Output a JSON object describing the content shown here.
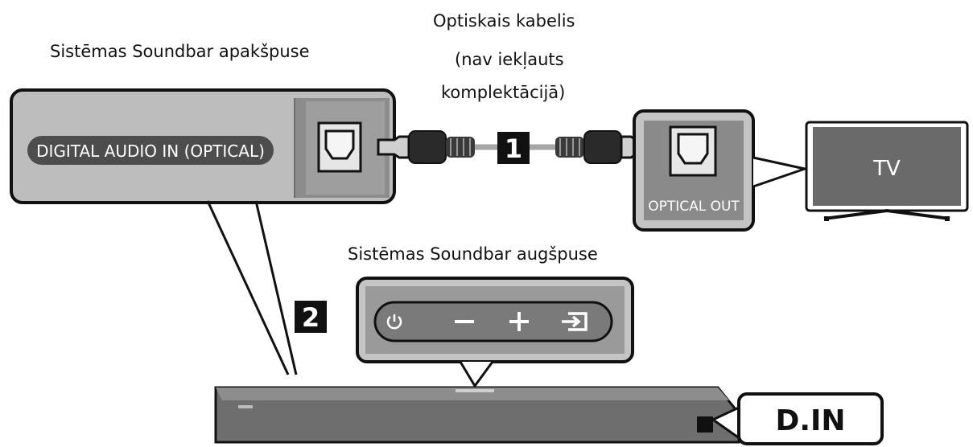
{
  "labels": {
    "bottom_side": "Sistēmas Soundbar apakšpuse",
    "cable_line1": "Optiskais kabelis",
    "cable_line2": "(nav iekļauts",
    "cable_line3": "komplektācijā)",
    "top_side": "Sistēmas Soundbar augšpuse"
  },
  "port_label": "DIGITAL AUDIO IN (OPTICAL)",
  "optical_out_label": "OPTICAL OUT",
  "tv_label": "TV",
  "steps": {
    "one": "1",
    "two": "2"
  },
  "display_text": "D.IN",
  "buttons": [
    {
      "icon": "power-icon",
      "glyph": "⏻"
    },
    {
      "icon": "volume-down-icon",
      "glyph": "−"
    },
    {
      "icon": "volume-up-icon",
      "glyph": "+"
    },
    {
      "icon": "input-source-icon",
      "glyph": "⇥"
    }
  ],
  "colors": {
    "panel": "#bdbdbd",
    "panel_dark": "#7a7a7a",
    "bar": "#6f6f6f",
    "black": "#1a1a1a"
  }
}
